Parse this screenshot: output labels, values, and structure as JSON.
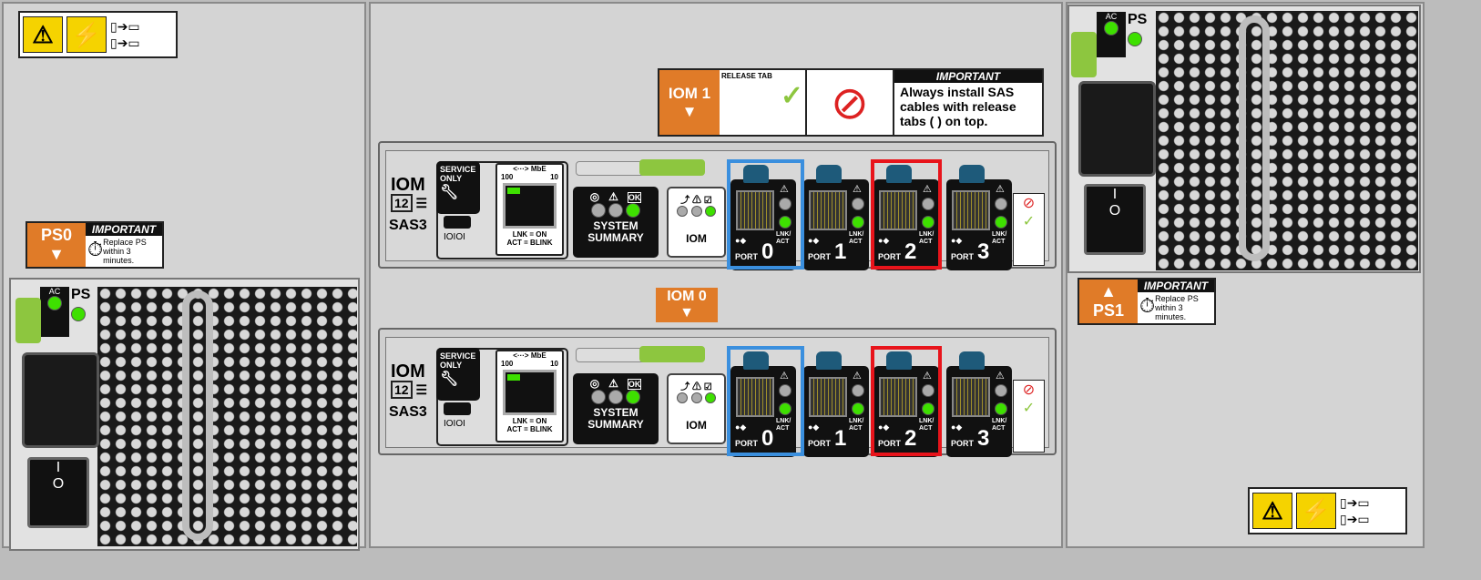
{
  "ps0_label": {
    "name": "PS0",
    "important": "IMPORTANT",
    "text": "Replace PS within 3 minutes."
  },
  "ps1_label": {
    "name": "PS1",
    "important": "IMPORTANT",
    "text": "Replace PS within 3 minutes."
  },
  "psu": {
    "ac": "AC",
    "ps": "PS",
    "ok": "OK",
    "switch_on": "I",
    "switch_off": "O"
  },
  "iom1_label": {
    "name": "IOM 1",
    "release_tab": "RELEASE TAB",
    "important": "IMPORTANT",
    "text": "Always install SAS cables with release tabs ( ) on top."
  },
  "iom0_label": {
    "name": "IOM 0"
  },
  "iom": {
    "title": "IOM",
    "sas": "SAS3",
    "lanes": "12",
    "service": "SERVICE ONLY",
    "usb": "IOIOI",
    "mbe": "<···> MbE",
    "speed_100": "100",
    "speed_10": "10",
    "lnk": "LNK = ON",
    "act": "ACT = BLINK",
    "summary": "SYSTEM SUMMARY",
    "ok": "OK",
    "iom_box": "IOM",
    "port_word": "PORT",
    "lnk_act": "LNK/ ACT"
  },
  "ports": [
    "0",
    "1",
    "2",
    "3"
  ],
  "highlights": {
    "port0": "#3a8fde",
    "port2": "#e8141b"
  },
  "colors": {
    "orange": "#e07b28",
    "led_green": "#3ee000",
    "latch": "#8dc63f"
  }
}
